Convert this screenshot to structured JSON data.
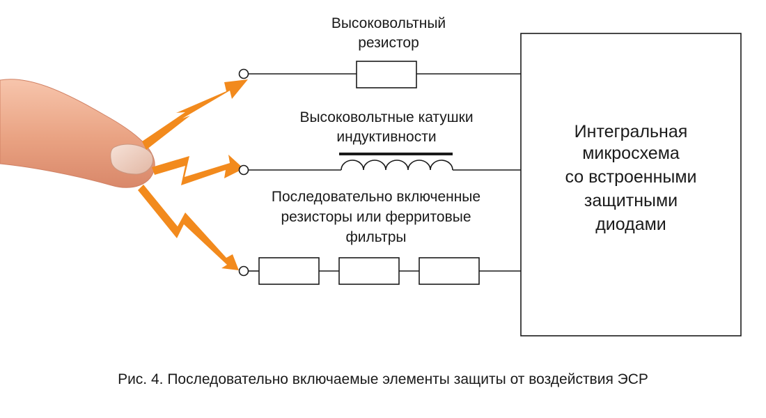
{
  "labels": {
    "resistor_line1": "Высоковольтный",
    "resistor_line2": "резистор",
    "inductor_line1": "Высоковольтные катушки",
    "inductor_line2": "индуктивности",
    "series_line1": "Последовательно включенные",
    "series_line2": "резисторы или ферритовые",
    "series_line3": "фильтры"
  },
  "ic_box": {
    "line1": "Интегральная",
    "line2": "микросхема",
    "line3": "со встроенными",
    "line4": "защитными",
    "line5": "диодами"
  },
  "caption": "Рис. 4. Последовательно включаемые элементы защиты от воздействия ЭСР",
  "colors": {
    "bolt": "#f28a1d",
    "finger": "#e9a282",
    "nail": "#f0d3c6",
    "line": "#1a1a1a"
  }
}
